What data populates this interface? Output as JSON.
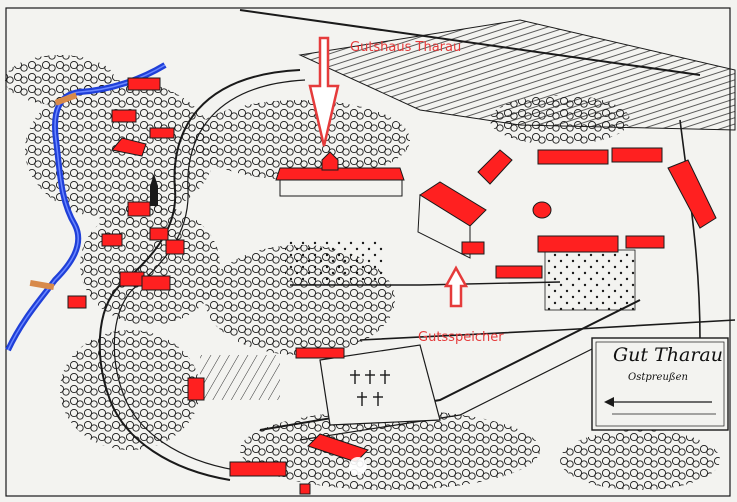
{
  "labels": {
    "gutshaus": "Gutshaus Tharau",
    "gutsspeicher": "Gutsspeicher"
  },
  "legend": {
    "title": "Gut Tharau",
    "subtitle": "Ostpreußen"
  },
  "colors": {
    "background": "#f3f3f0",
    "ink": "#1a1a1a",
    "roof": "#ff2020",
    "river": "#1f3fd8",
    "annotation": "#e53b3b",
    "bridge": "#d88a4a"
  },
  "icons": {
    "arrow_down": "arrow-down-icon",
    "arrow_up": "arrow-up-icon",
    "cross": "cross-icon"
  }
}
